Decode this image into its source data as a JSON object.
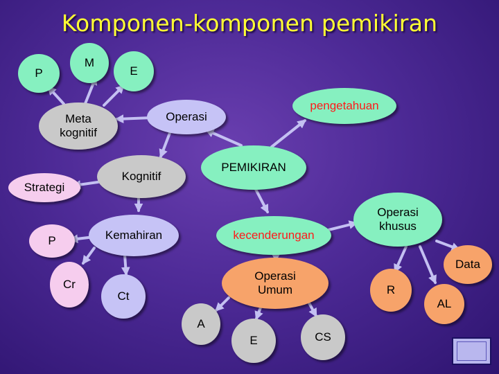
{
  "title": "Komponen-komponen pemikiran",
  "colors": {
    "mint": "#86f0c0",
    "pink": "#f6cdee",
    "lilac": "#c6c3f6",
    "gray": "#c9c9c9",
    "orange": "#f7a36a",
    "redtext": "#ff1a1a",
    "arrow": "#c4c0f2"
  },
  "nodes": {
    "m": "M",
    "e": "E",
    "p_top": "P",
    "pengetahuan": "pengetahuan",
    "operasi": "Operasi",
    "meta": "Meta\nkognitif",
    "pemikiran": "PEMIKIRAN",
    "kognitif": "Kognitif",
    "strategi": "Strategi",
    "operasi_khusus": "Operasi\nkhusus",
    "kemahiran": "Kemahiran",
    "kecenderungan": "kecenderungan",
    "p_mid": "P",
    "data": "Data",
    "cr": "Cr",
    "operasi_umum": "Operasi\nUmum",
    "r": "R",
    "ct": "Ct",
    "al": "AL",
    "a": "A",
    "e_bottom": "E",
    "cs": "CS"
  }
}
